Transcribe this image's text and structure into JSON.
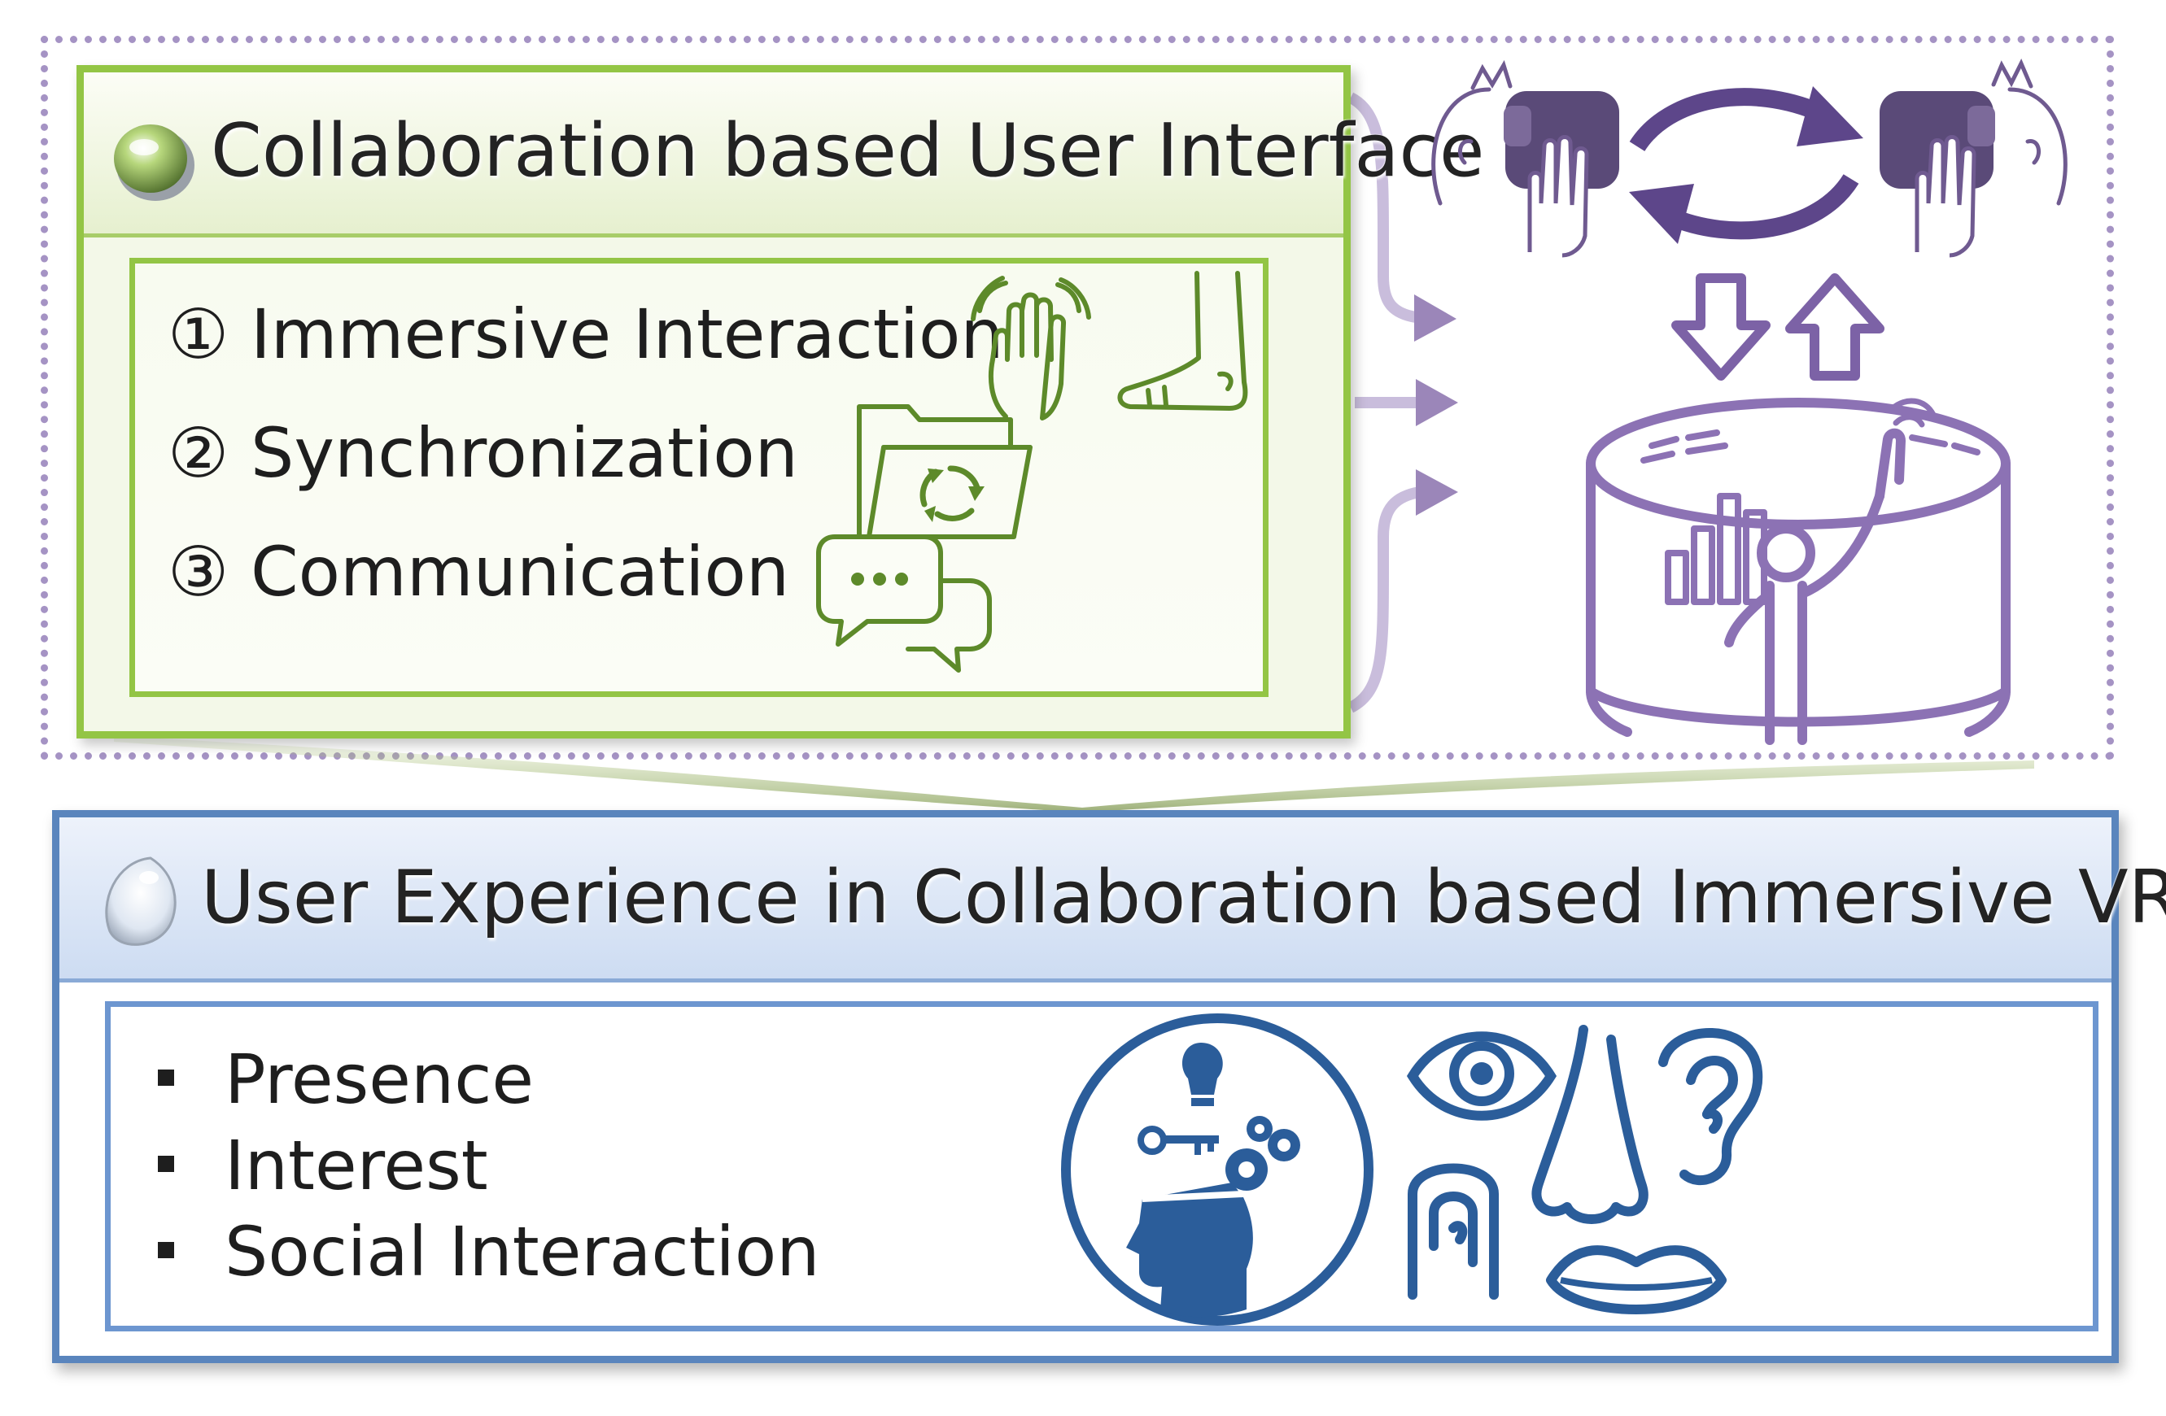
{
  "top_panel": {
    "title": "Collaboration based User Interface",
    "items": [
      {
        "marker": "①",
        "label": "Immersive Interaction",
        "icons": [
          "hand-icon",
          "foot-icon"
        ]
      },
      {
        "marker": "②",
        "label": "Synchronization",
        "icons": [
          "sync-folder-icon"
        ]
      },
      {
        "marker": "③",
        "label": "Communication",
        "icons": [
          "chat-bubbles-icon"
        ]
      }
    ],
    "colors": {
      "border": "#93c545",
      "header_bg": "#e6f0cf"
    }
  },
  "right_illustration": {
    "icons": [
      "user-with-vr-headset-icon",
      "exchange-arrows-icon",
      "down-arrow-icon",
      "up-arrow-icon",
      "immersive-cave-display-icon"
    ],
    "colors": {
      "icon": "#6f5a90",
      "frame": "#a593c4"
    }
  },
  "bottom_panel": {
    "title": "User Experience in Collaboration based Immersive VR",
    "bullets": [
      "Presence",
      "Interest",
      "Social Interaction"
    ],
    "icons": [
      "head-cognition-icon",
      "eye-icon",
      "nose-icon",
      "ear-icon",
      "touch-finger-icon",
      "lips-icon"
    ],
    "colors": {
      "border": "#5a85bd",
      "icon": "#2b5d9a",
      "header_bg": "#cddcf2"
    }
  }
}
